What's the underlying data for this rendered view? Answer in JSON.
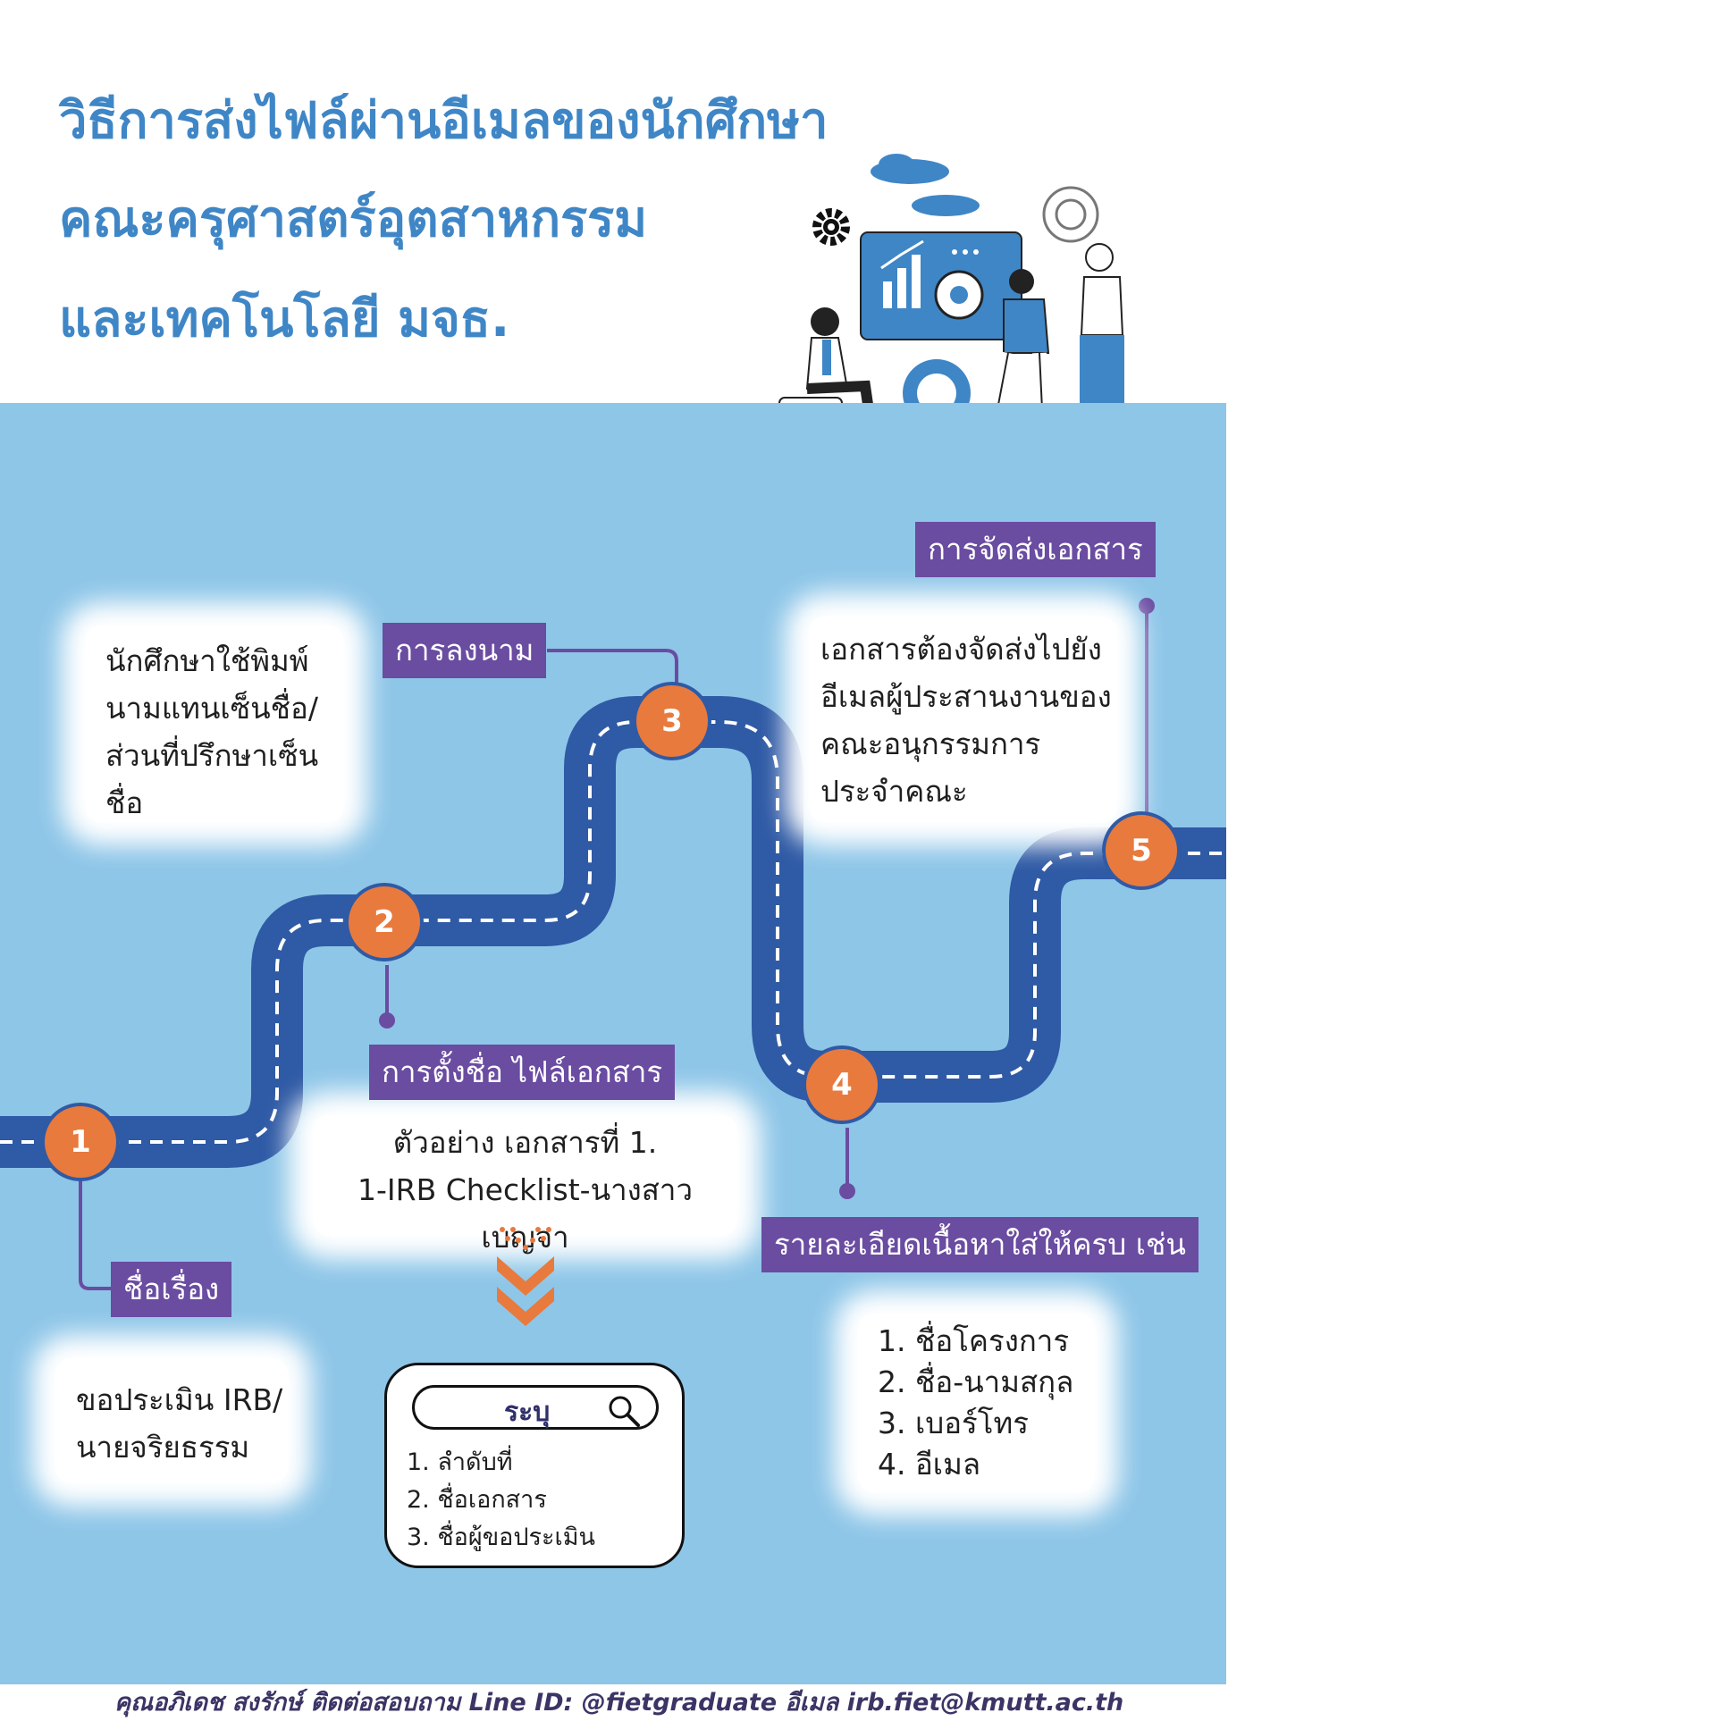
{
  "header": {
    "title_lines": [
      "วิธีการส่งไฟล์ผ่านอีเมลของนักศึกษา",
      "คณะครุศาสตร์อุตสาหกรรม",
      "และเทคโนโลยี มจธ."
    ]
  },
  "colors": {
    "title": "#3f86c6",
    "panel": "#8ec6e8",
    "road": "#2f5aa5",
    "marker": "#e87a3e",
    "label_bg": "#6a4ca1"
  },
  "steps": [
    {
      "number": "1",
      "label": "ชื่อเรื่อง",
      "card_lines": [
        "ขอประเมิน IRB/",
        "นายจริยธรรม"
      ]
    },
    {
      "number": "2",
      "label": "การตั้งชื่อ ไฟล์เอกสาร",
      "card_lines": [
        "ตัวอย่าง เอกสารที่ 1.",
        "1-IRB Checklist-นางสาวเบญจา"
      ]
    },
    {
      "number": "3",
      "label": "การลงนาม",
      "card_lines": [
        "นักศึกษาใช้พิมพ์",
        "นามแทนเซ็นชื่อ/",
        "ส่วนที่ปรึกษาเซ็น",
        "ชื่อ"
      ]
    },
    {
      "number": "4",
      "label": "รายละเอียดเนื้อหาใส่ให้ครบ เช่น",
      "card_lines": [
        "1. ชื่อโครงการ",
        "2. ชื่อ-นามสกุล",
        "3. เบอร์โทร",
        "4. อีเมล"
      ]
    },
    {
      "number": "5",
      "label": "การจัดส่งเอกสาร",
      "card_lines": [
        "เอกสารต้องจัดส่งไปยัง",
        "อีเมลผู้ประสานงานของ",
        "คณะอนุกรรมการ",
        "ประจำคณะ"
      ]
    }
  ],
  "search_box": {
    "label": "ระบุ",
    "items": [
      "1. ลำดับที่",
      "2. ชื่อเอกสาร",
      "3. ชื่อผู้ขอประเมิน"
    ]
  },
  "footer": {
    "text": "คุณอภิเดช สงรักษ์ ติดต่อสอบถาม Line ID: @fietgraduate อีเมล irb.fiet@kmutt.ac.th"
  }
}
